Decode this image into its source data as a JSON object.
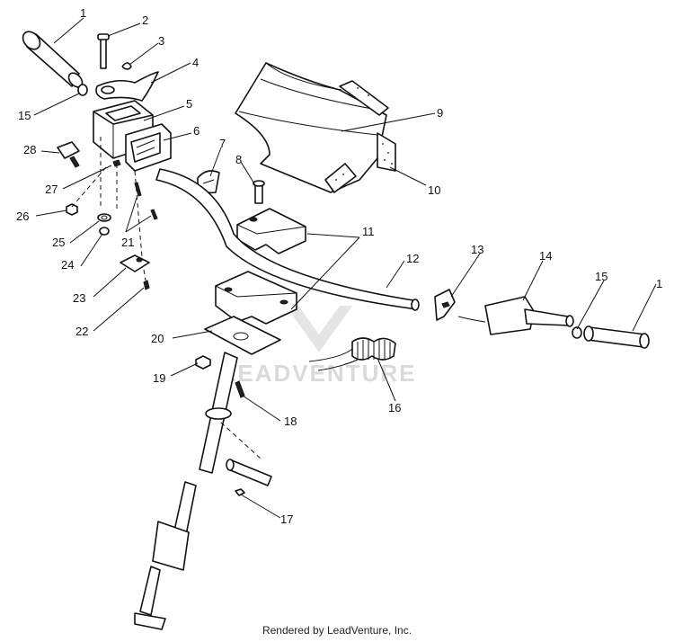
{
  "labels": {
    "l1a": "1",
    "l2": "2",
    "l3": "3",
    "l4": "4",
    "l15a": "15",
    "l5": "5",
    "l6": "6",
    "l28": "28",
    "l27": "27",
    "l7": "7",
    "l8": "8",
    "l26": "26",
    "l25": "25",
    "l24": "24",
    "l21": "21",
    "l23": "23",
    "l22": "22",
    "l9": "9",
    "l10": "10",
    "l11": "11",
    "l12": "12",
    "l13": "13",
    "l14": "14",
    "l15b": "15",
    "l1b": "1",
    "l20": "20",
    "l19": "19",
    "l18": "18",
    "l16": "16",
    "l17": "17"
  },
  "watermark": "LEADVENTURE",
  "credit": "Rendered by LeadVenture, Inc.",
  "colors": {
    "ink": "#111111",
    "watermark": "#d6d6d6",
    "background": "#ffffff"
  }
}
